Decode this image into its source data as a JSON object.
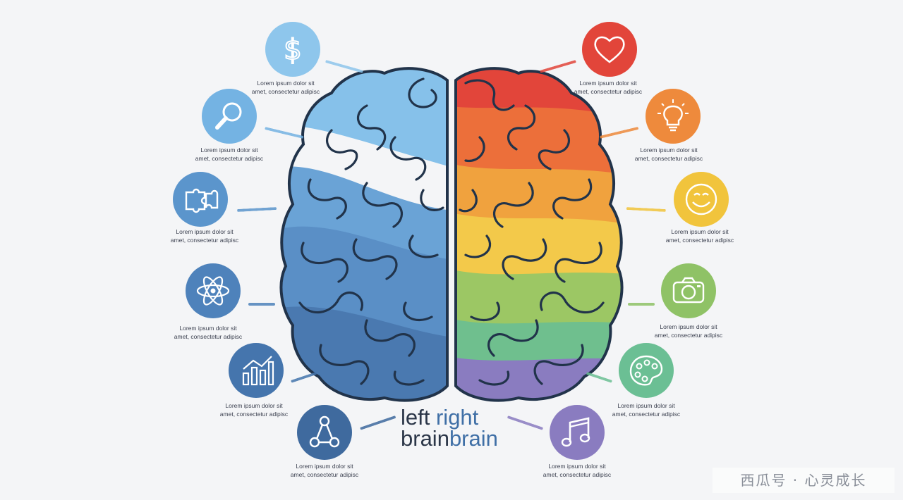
{
  "colors": {
    "left_light": "#8ec6ec",
    "left_mid": "#5b95cc",
    "left_dark": "#3f6fa6",
    "outline": "#21334a",
    "text_dark": "#2b3648",
    "text_blue": "#3f6fa6",
    "right_red": "#e2453a",
    "right_orange": "#ee8a3c",
    "right_yellow": "#f1c43c",
    "right_green": "#8fc266",
    "right_teal": "#6bbf94",
    "right_purple": "#8a7cc0"
  },
  "title": {
    "left_word": "left",
    "right_word": "right",
    "brain_left": "brain",
    "brain_right": "brain"
  },
  "left_items": [
    {
      "icon": "dollar-icon",
      "color": "#8ec6ec",
      "line1": "Lorem ipsum dolor sit",
      "line2": "amet, consectetur adipisc"
    },
    {
      "icon": "magnifier-icon",
      "color": "#74b3e3",
      "line1": "Lorem ipsum dolor sit",
      "line2": "amet, consectetur adipisc"
    },
    {
      "icon": "puzzle-icon",
      "color": "#5b95cc",
      "line1": "Lorem ipsum dolor sit",
      "line2": "amet, consectetur adipisc"
    },
    {
      "icon": "atom-icon",
      "color": "#4e82bb",
      "line1": "Lorem ipsum dolor sit",
      "line2": "amet, consectetur adipisc"
    },
    {
      "icon": "bar-chart-icon",
      "color": "#4575ad",
      "line1": "Lorem ipsum dolor sit",
      "line2": "amet, consectetur adipisc"
    },
    {
      "icon": "network-icon",
      "color": "#3f6a9e",
      "line1": "Lorem ipsum dolor sit",
      "line2": "amet, consectetur adipisc"
    }
  ],
  "right_items": [
    {
      "icon": "heart-icon",
      "color": "#e2453a",
      "line1": "Lorem ipsum dolor sit",
      "line2": "amet, consectetur adipisc"
    },
    {
      "icon": "lightbulb-icon",
      "color": "#ee8a3c",
      "line1": "Lorem ipsum dolor sit",
      "line2": "amet, consectetur adipisc"
    },
    {
      "icon": "smiley-icon",
      "color": "#f1c43c",
      "line1": "Lorem ipsum dolor sit",
      "line2": "amet, consectetur adipisc"
    },
    {
      "icon": "camera-icon",
      "color": "#8fc266",
      "line1": "Lorem ipsum dolor sit",
      "line2": "amet, consectetur adipisc"
    },
    {
      "icon": "palette-icon",
      "color": "#6bbf94",
      "line1": "Lorem ipsum dolor sit",
      "line2": "amet, consectetur adipisc"
    },
    {
      "icon": "music-note-icon",
      "color": "#8a7cc0",
      "line1": "Lorem ipsum dolor sit",
      "line2": "amet, consectetur adipisc"
    }
  ],
  "watermark": "西瓜号 · 心灵成长"
}
